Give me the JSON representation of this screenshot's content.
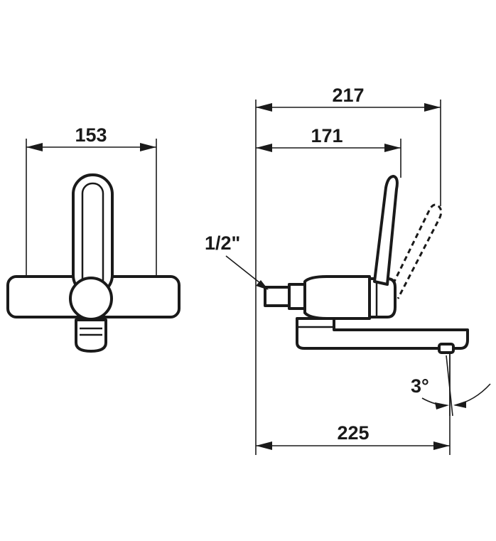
{
  "dimensions": {
    "front_width": "153",
    "overall_height": "217",
    "lever_height": "171",
    "spout_reach": "225",
    "connection_size": "1/2\"",
    "spout_angle": "3°"
  }
}
